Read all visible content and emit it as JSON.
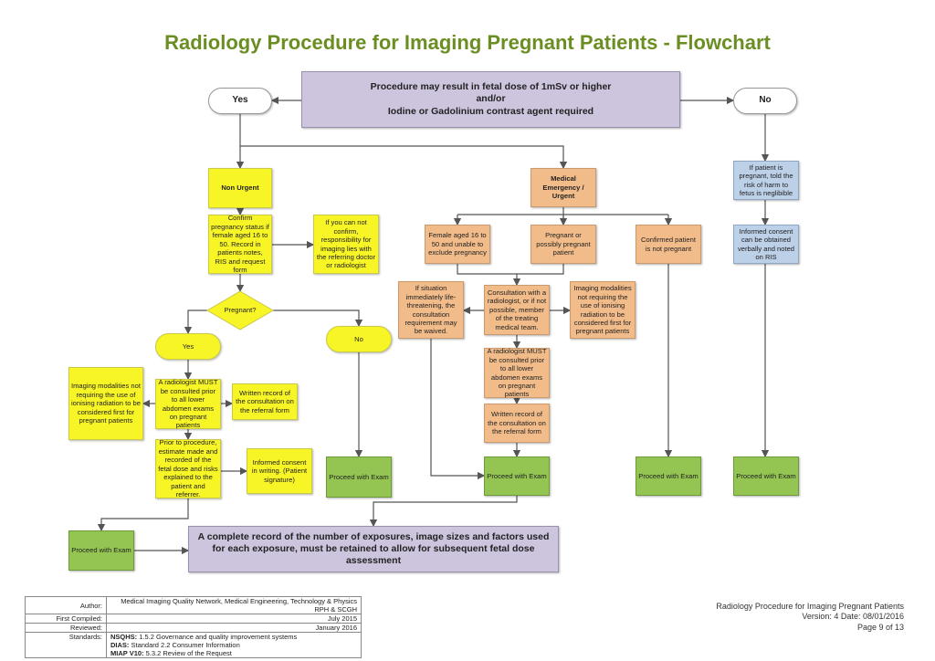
{
  "title": "Radiology Procedure for Imaging Pregnant Patients - Flowchart",
  "top": {
    "line1": "Procedure may result in fetal dose of 1mSv or higher",
    "line2": "and/or",
    "line3": "Iodine or Gadolinium contrast agent required"
  },
  "yes": "Yes",
  "no": "No",
  "left": {
    "non_urgent": "Non Urgent",
    "confirm": "Confirm pregnancy status if female aged 16 to 50. Record in patients notes, RIS and request form",
    "cannot_confirm": "If you can not confirm, responsibility for imaging lies with the referring doctor or radiologist",
    "pregnant_q": "Pregnant?",
    "yes": "Yes",
    "no": "No",
    "imaging_modalities": "Imaging modalities not requiring the use of ionising radiation to be considered first for pregnant patients",
    "radiologist_must": "A radiologist MUST be consulted prior to all lower abdomen exams on pregnant patients",
    "written_record": "Written record of the consultation on the referral form",
    "prior": "Prior to procedure, estimate made and recorded of the fetal dose and risks explained to the patient and referrer.",
    "informed_consent": "Informed consent in writing. (Patient signature)",
    "proceed_no": "Proceed with Exam",
    "proceed_yes": "Proceed with Exam"
  },
  "emergency": {
    "title": "Medical Emergency / Urgent",
    "female": "Female aged 16 to 50 and unable to exclude pregnancy",
    "pregnant": "Pregnant or possibly pregnant patient",
    "not_pregnant": "Confirmed patient is not pregnant",
    "life_threat": "If situation immediately life-threatening, the consultation requirement may be waived.",
    "consultation": "Consultation with a radiologist, or if not possible, member of the treating medical team.",
    "imaging_modalities": "Imaging modalities not requiring the use of ionising radiation to be considered first for pregnant patients",
    "radiologist_must": "A radiologist MUST be consulted prior to all lower abdomen exams on pregnant patients",
    "written_record": "Written record of the consultation on the referral form",
    "proceed": "Proceed with Exam",
    "proceed_not_pregnant": "Proceed with Exam"
  },
  "right": {
    "told_risk": "If patient is pregnant, told the risk of harm to fetus is neglibible",
    "verbal_consent": "Informed consent can be obtained verbally and noted on RIS",
    "proceed": "Proceed with Exam"
  },
  "record_box": "A complete record of the number of exposures, image sizes and factors used for each exposure, must be retained to allow for subsequent fetal dose assessment",
  "footer": {
    "author_label": "Author:",
    "author": "Medical Imaging Quality Network, Medical Engineering, Technology & Physics RPH & SCGH",
    "compiled_label": "First Compiled:",
    "compiled": "July 2015",
    "reviewed_label": "Reviewed:",
    "reviewed": "January 2016",
    "standards_label": "Standards:",
    "std1_b": "NSQHS:",
    "std1": " 1.5.2 Governance and quality improvement systems",
    "std2_b": "DIAS:",
    "std2": " Standard 2.2 Consumer Information",
    "std3_b": "MIAP V10:",
    "std3": " 5.3.2 Review of the Request",
    "doc_title": "Radiology Procedure for Imaging Pregnant Patients",
    "version": "Version: 4 Date: 08/01/2016",
    "page": "Page 9 of 13"
  },
  "colors": {
    "title": "#6b8e23",
    "yellow": "#f7f526",
    "orange": "#f2bc8a",
    "green": "#94c552",
    "blue": "#bcd0e8",
    "lavender": "#cdc4dd"
  }
}
